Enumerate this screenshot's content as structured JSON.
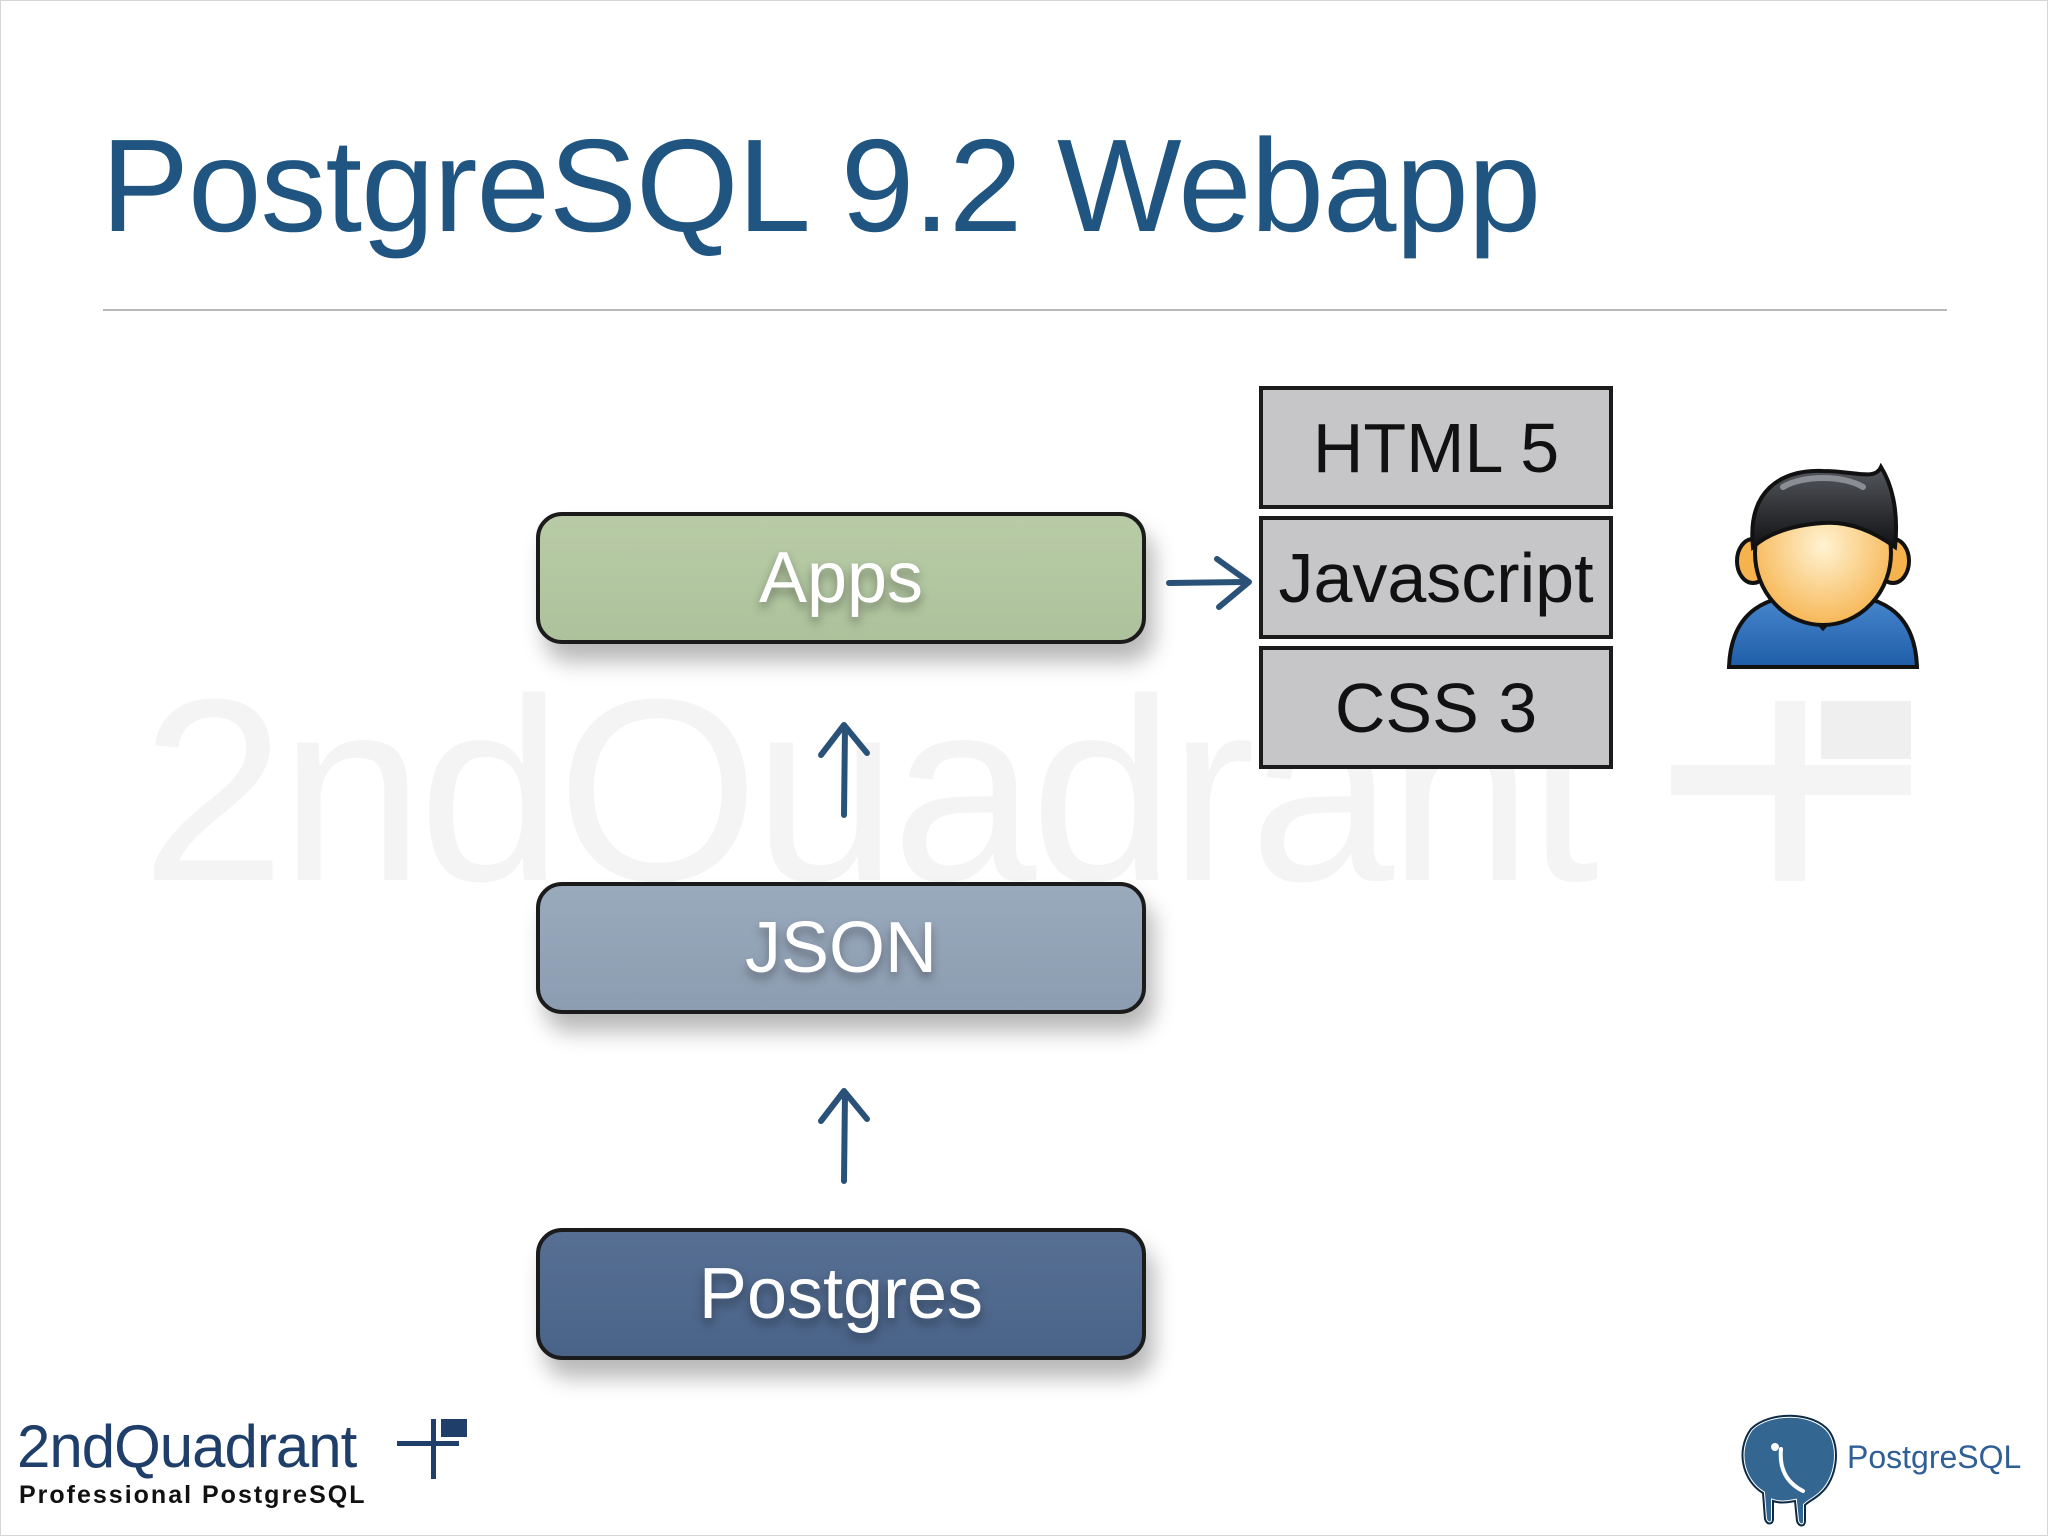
{
  "slide": {
    "title": "PostgreSQL 9.2 Webapp",
    "watermark": "2ndQuadrant"
  },
  "diagram": {
    "stack": [
      {
        "label": "Apps",
        "color": "#b3c8a1"
      },
      {
        "label": "JSON",
        "color": "#94a4b8"
      },
      {
        "label": "Postgres",
        "color": "#506a8f"
      }
    ],
    "web_tech": [
      "HTML 5",
      "Javascript",
      "CSS 3"
    ],
    "arrow_color": "#2a5278",
    "user_icon": "user-icon"
  },
  "footer": {
    "left_logo_name": "2ndQuadrant",
    "left_logo_tagline": "Professional PostgreSQL",
    "right_logo_name": "PostgreSQL"
  },
  "colors": {
    "title": "#1f5580",
    "logo_dark_blue": "#1f3f6a"
  }
}
